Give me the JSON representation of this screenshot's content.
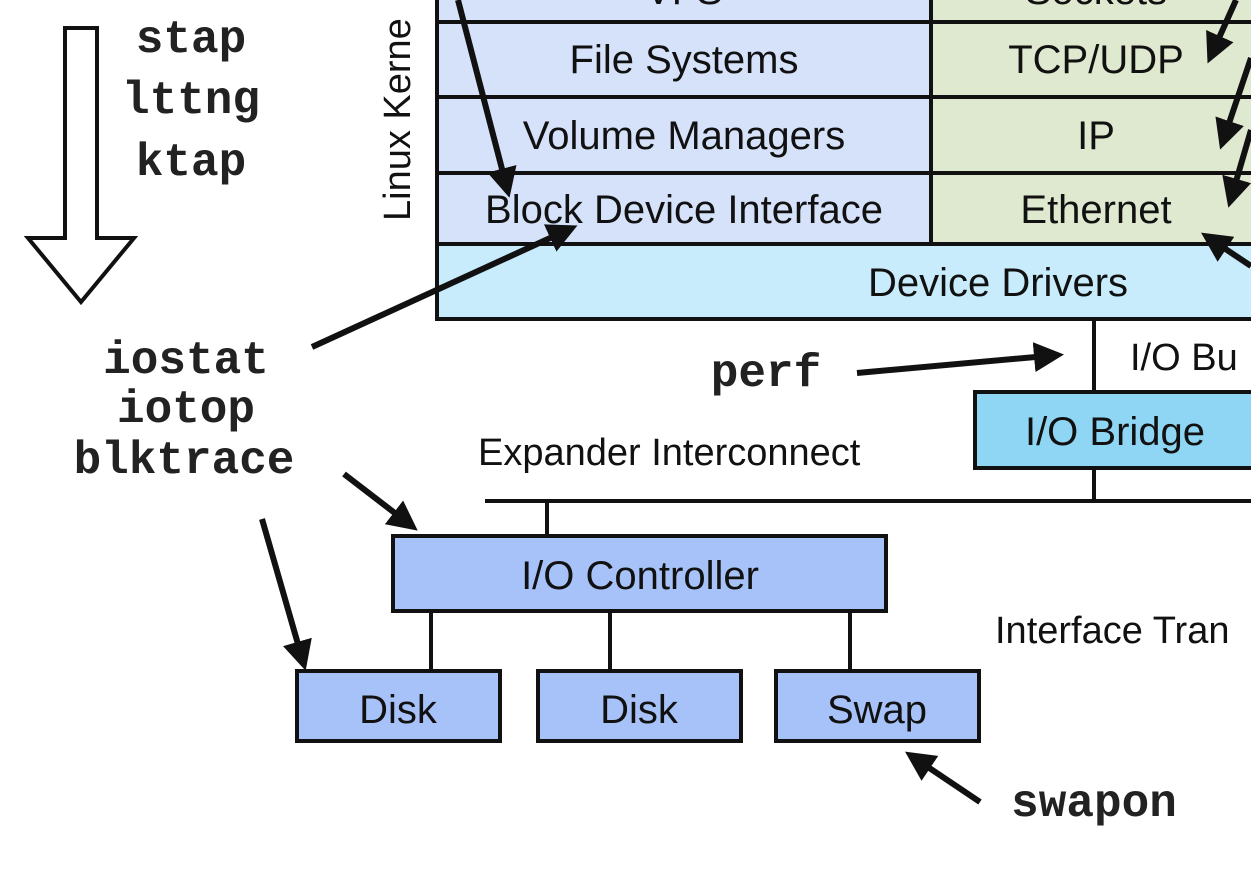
{
  "colors": {
    "storage_stack": "#d5e2fa",
    "network_stack": "#dfe9cf",
    "device_drivers": "#c8ecfb",
    "io_bridge": "#8fd6f4",
    "hardware": "#a7c2f8",
    "stroke": "#111111"
  },
  "kernel_label": "Linux Kerne",
  "storage_stack": {
    "top_partial": "VFS",
    "file_systems": "File Systems",
    "volume_managers": "Volume Managers",
    "block_device_interface": "Block Device Interface"
  },
  "network_stack": {
    "top_partial": "Sockets",
    "tcp_udp": "TCP/UDP",
    "ip": "IP",
    "ethernet": "Ethernet"
  },
  "device_drivers": "Device Drivers",
  "io_bus": "I/O Bu",
  "io_bridge": "I/O Bridge",
  "expander_interconnect": "Expander Interconnect",
  "io_controller": "I/O Controller",
  "interface_transports": "Interface Tran",
  "devices": [
    "Disk",
    "Disk",
    "Swap"
  ],
  "tools": {
    "stap": "stap",
    "lttng": "lttng",
    "ktap": "ktap",
    "iostat": "iostat",
    "iotop": "iotop",
    "blktrace": "blktrace",
    "perf": "perf",
    "swapon": "swapon"
  }
}
